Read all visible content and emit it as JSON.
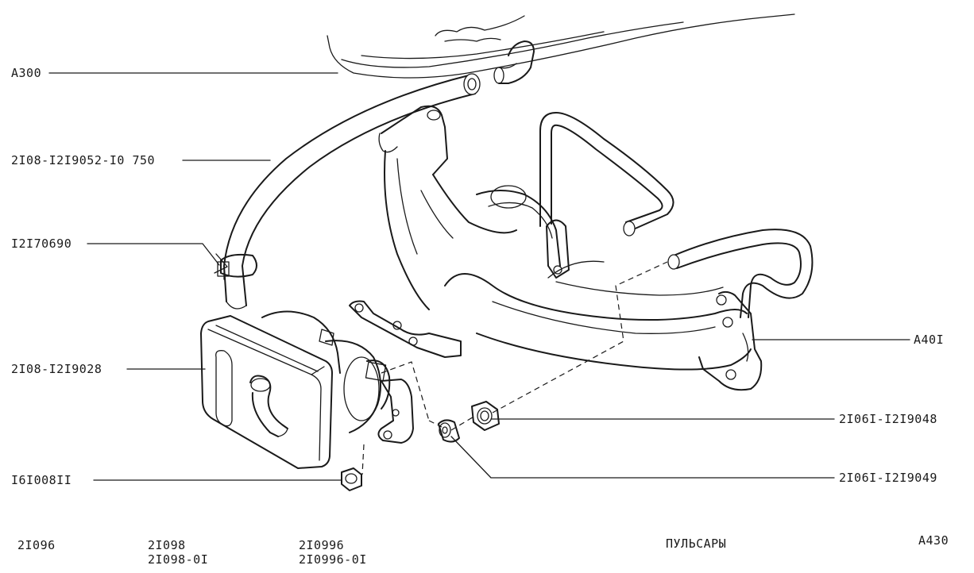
{
  "labels": {
    "a300": "A300",
    "hose": "2I08-I2I9052-I0 750",
    "clamp": "I2I70690",
    "filter": "2I08-I2I9028",
    "nut_small": "I6I008II",
    "a401": "A40I",
    "nut_large": "2I06I-I2I9048",
    "sleeve": "2I06I-I2I9049"
  },
  "footer": {
    "model_1": "2I096",
    "model_2a": "2I098",
    "model_2b": "2I098-0I",
    "model_3a": "2I0996",
    "model_3b": "2I0996-0I",
    "group_title": "ПУЛЬСАРЫ",
    "page_code": "A430"
  },
  "colors": {
    "ink": "#1a1a1a",
    "paper": "#ffffff"
  }
}
